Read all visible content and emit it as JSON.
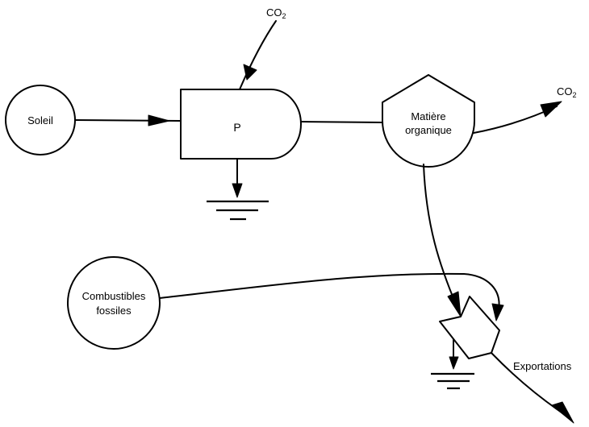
{
  "diagram": {
    "nodes": {
      "soleil": {
        "label": "Soleil",
        "type": "source"
      },
      "producer": {
        "label": "P",
        "type": "producer"
      },
      "storage": {
        "label_line1": "Matière",
        "label_line2": "organique",
        "type": "storage"
      },
      "fossil": {
        "label_line1": "Combustibles",
        "label_line2": "fossiles",
        "type": "source"
      },
      "workgate": {
        "label": "",
        "type": "interaction"
      }
    },
    "labels": {
      "co2_in": {
        "main": "CO",
        "sub": "2"
      },
      "co2_out": {
        "main": "CO",
        "sub": "2"
      },
      "exports": "Exportations"
    },
    "flows": [
      {
        "from": "Soleil",
        "to": "P"
      },
      {
        "from": "CO2",
        "to": "P"
      },
      {
        "from": "P",
        "to": "Matière organique"
      },
      {
        "from": "P",
        "to": "heat-sink"
      },
      {
        "from": "Matière organique",
        "to": "CO2"
      },
      {
        "from": "Matière organique",
        "to": "interaction"
      },
      {
        "from": "Combustibles fossiles",
        "to": "interaction"
      },
      {
        "from": "interaction",
        "to": "heat-sink"
      },
      {
        "from": "interaction",
        "to": "Exportations"
      }
    ]
  }
}
